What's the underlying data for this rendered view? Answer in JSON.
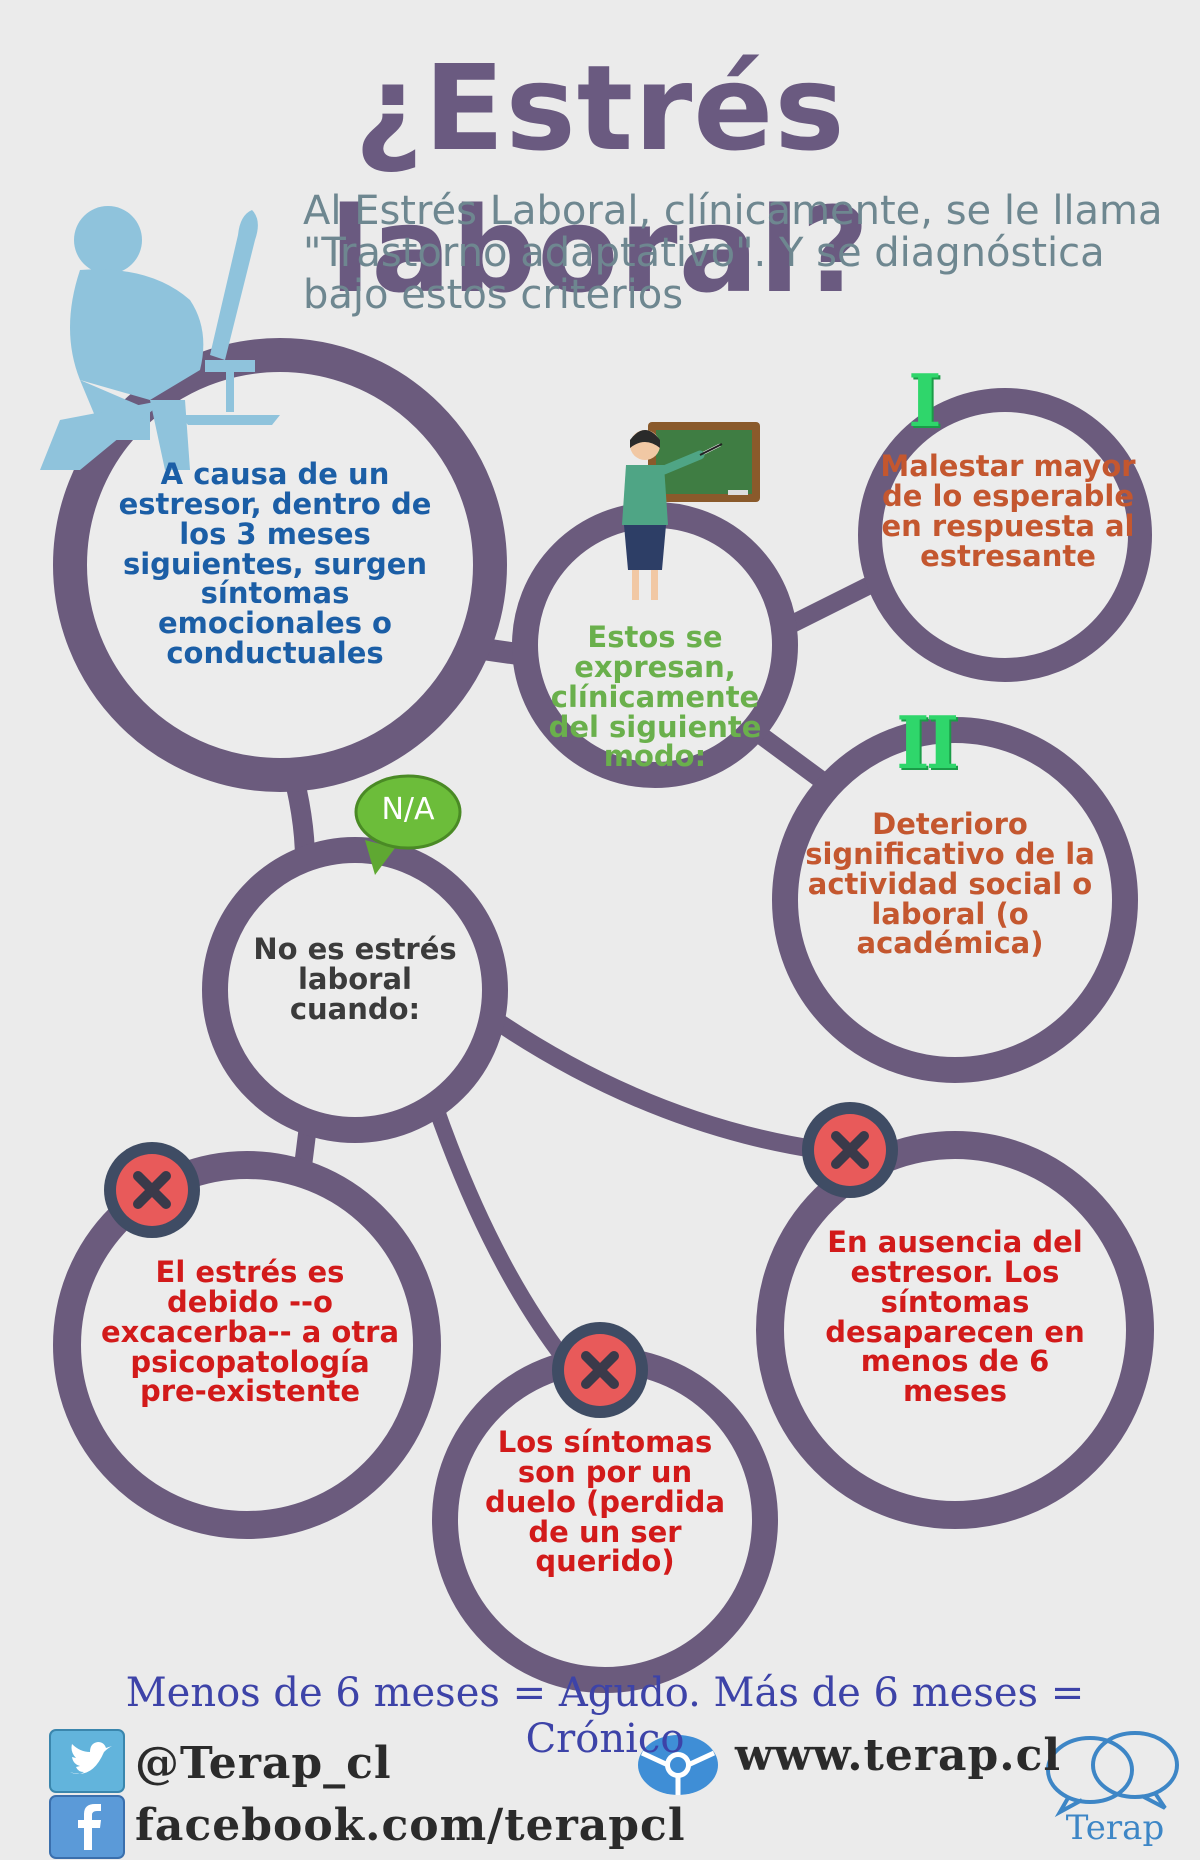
{
  "title": "¿Estrés laboral?",
  "intro": "Al Estrés Laboral, clínicamente, se le llama \"Trastorno adaptativo\". Y se diagnóstica bajo estos criterios",
  "nodes": {
    "cause": "A causa de un estresor, dentro de los 3 meses siguientes, surgen síntomas emocionales o conductuales",
    "expression": "Estos se expresan, clínicamente del siguiente modo:",
    "criterion_1_numeral": "I",
    "criterion_1": "Malestar mayor de lo esperable en respuesta al estresante",
    "criterion_2_numeral": "II",
    "criterion_2": "Deterioro significativo de la actividad social o laboral (o académica)",
    "exclusion_heading": "No es estrés laboral cuando:",
    "na_badge": "N/A",
    "exclusion_1": "El estrés es debido --o excacerba-- a otra psicopatología pre-existente",
    "exclusion_2": "Los síntomas son por un duelo (perdida de un ser querido)",
    "exclusion_3": "En ausencia del estresor. Los síntomas desaparecen en menos de 6 meses"
  },
  "footer": {
    "note": "Menos de 6 meses = Agudo. Más de 6 meses = Crónico",
    "twitter": "@Terap_cl",
    "facebook": "facebook.com/terapcl",
    "website": "www.terap.cl",
    "brand": "Terap"
  },
  "colors": {
    "ring": "#6b5b7d",
    "title": "#6a5a80",
    "cause_text": "#1b5ea6",
    "expression_text": "#6ab04c",
    "criteria_text": "#c4572f",
    "exclusion_text": "#d21a1a",
    "roman": "#2fd66b",
    "x_badge": "#e85a5a"
  },
  "icons": [
    "stressed-person-icon",
    "teacher-icon",
    "na-speech-bubble-icon",
    "x-badge-icon",
    "twitter-icon",
    "facebook-icon",
    "browser-icon",
    "terap-logo-icon"
  ]
}
